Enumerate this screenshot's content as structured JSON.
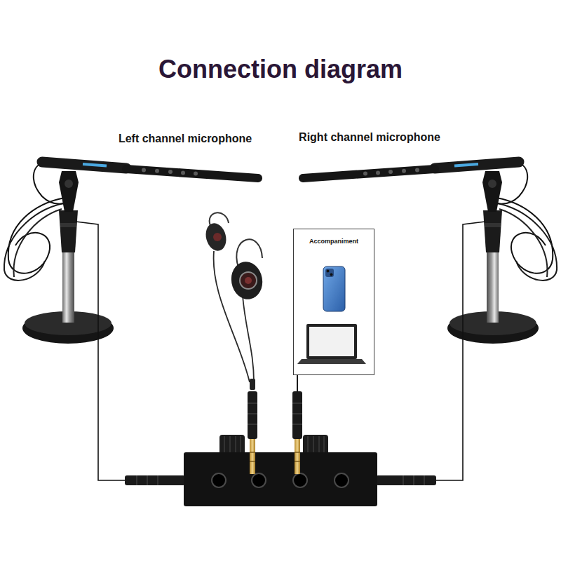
{
  "diagram": {
    "title": "Connection diagram",
    "nodes": [
      {
        "text": [
          "Accompaniment"
        ]
      }
    ],
    "labels": [
      "Left channel microphone",
      "Right channel microphone"
    ]
  }
}
